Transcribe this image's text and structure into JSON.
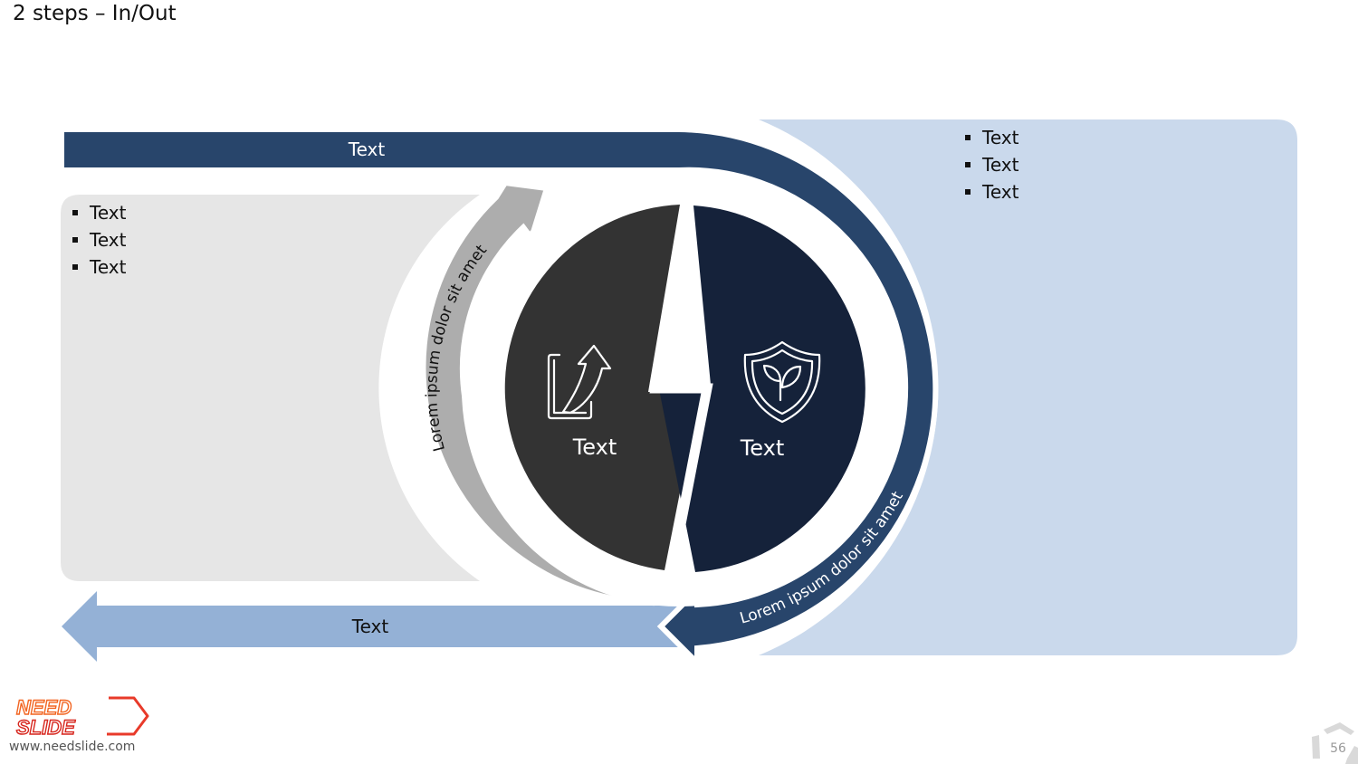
{
  "slide": {
    "title": "2 steps – In/Out",
    "page_number": "56"
  },
  "top_arrow": {
    "label": "Text"
  },
  "bottom_arrow": {
    "label": "Text"
  },
  "left_panel": {
    "bullets": [
      "Text",
      "Text",
      "Text"
    ]
  },
  "right_panel": {
    "bullets": [
      "Text",
      "Text",
      "Text"
    ]
  },
  "inner_arc": {
    "label": "Lorem ipsum dolor sit amet"
  },
  "outer_arc": {
    "label": "Lorem ipsum dolor sit amet"
  },
  "circle_left": {
    "label": "Text",
    "icon": "export-arrow-icon"
  },
  "circle_right": {
    "label": "Text",
    "icon": "eco-shield-icon"
  },
  "footer": {
    "logo_line1": "NEED",
    "logo_line2": "SLIDE",
    "url": "www.needslide.com"
  },
  "colors": {
    "navy": "#28456b",
    "dark_navy": "#15223a",
    "dark_gray": "#333333",
    "light_blue_arrow": "#94b1d6",
    "light_blue_panel": "#cad9ec",
    "gray_arrow": "#adadad",
    "gray_panel": "#e6e6e6",
    "logo_orange": "#f26522"
  }
}
